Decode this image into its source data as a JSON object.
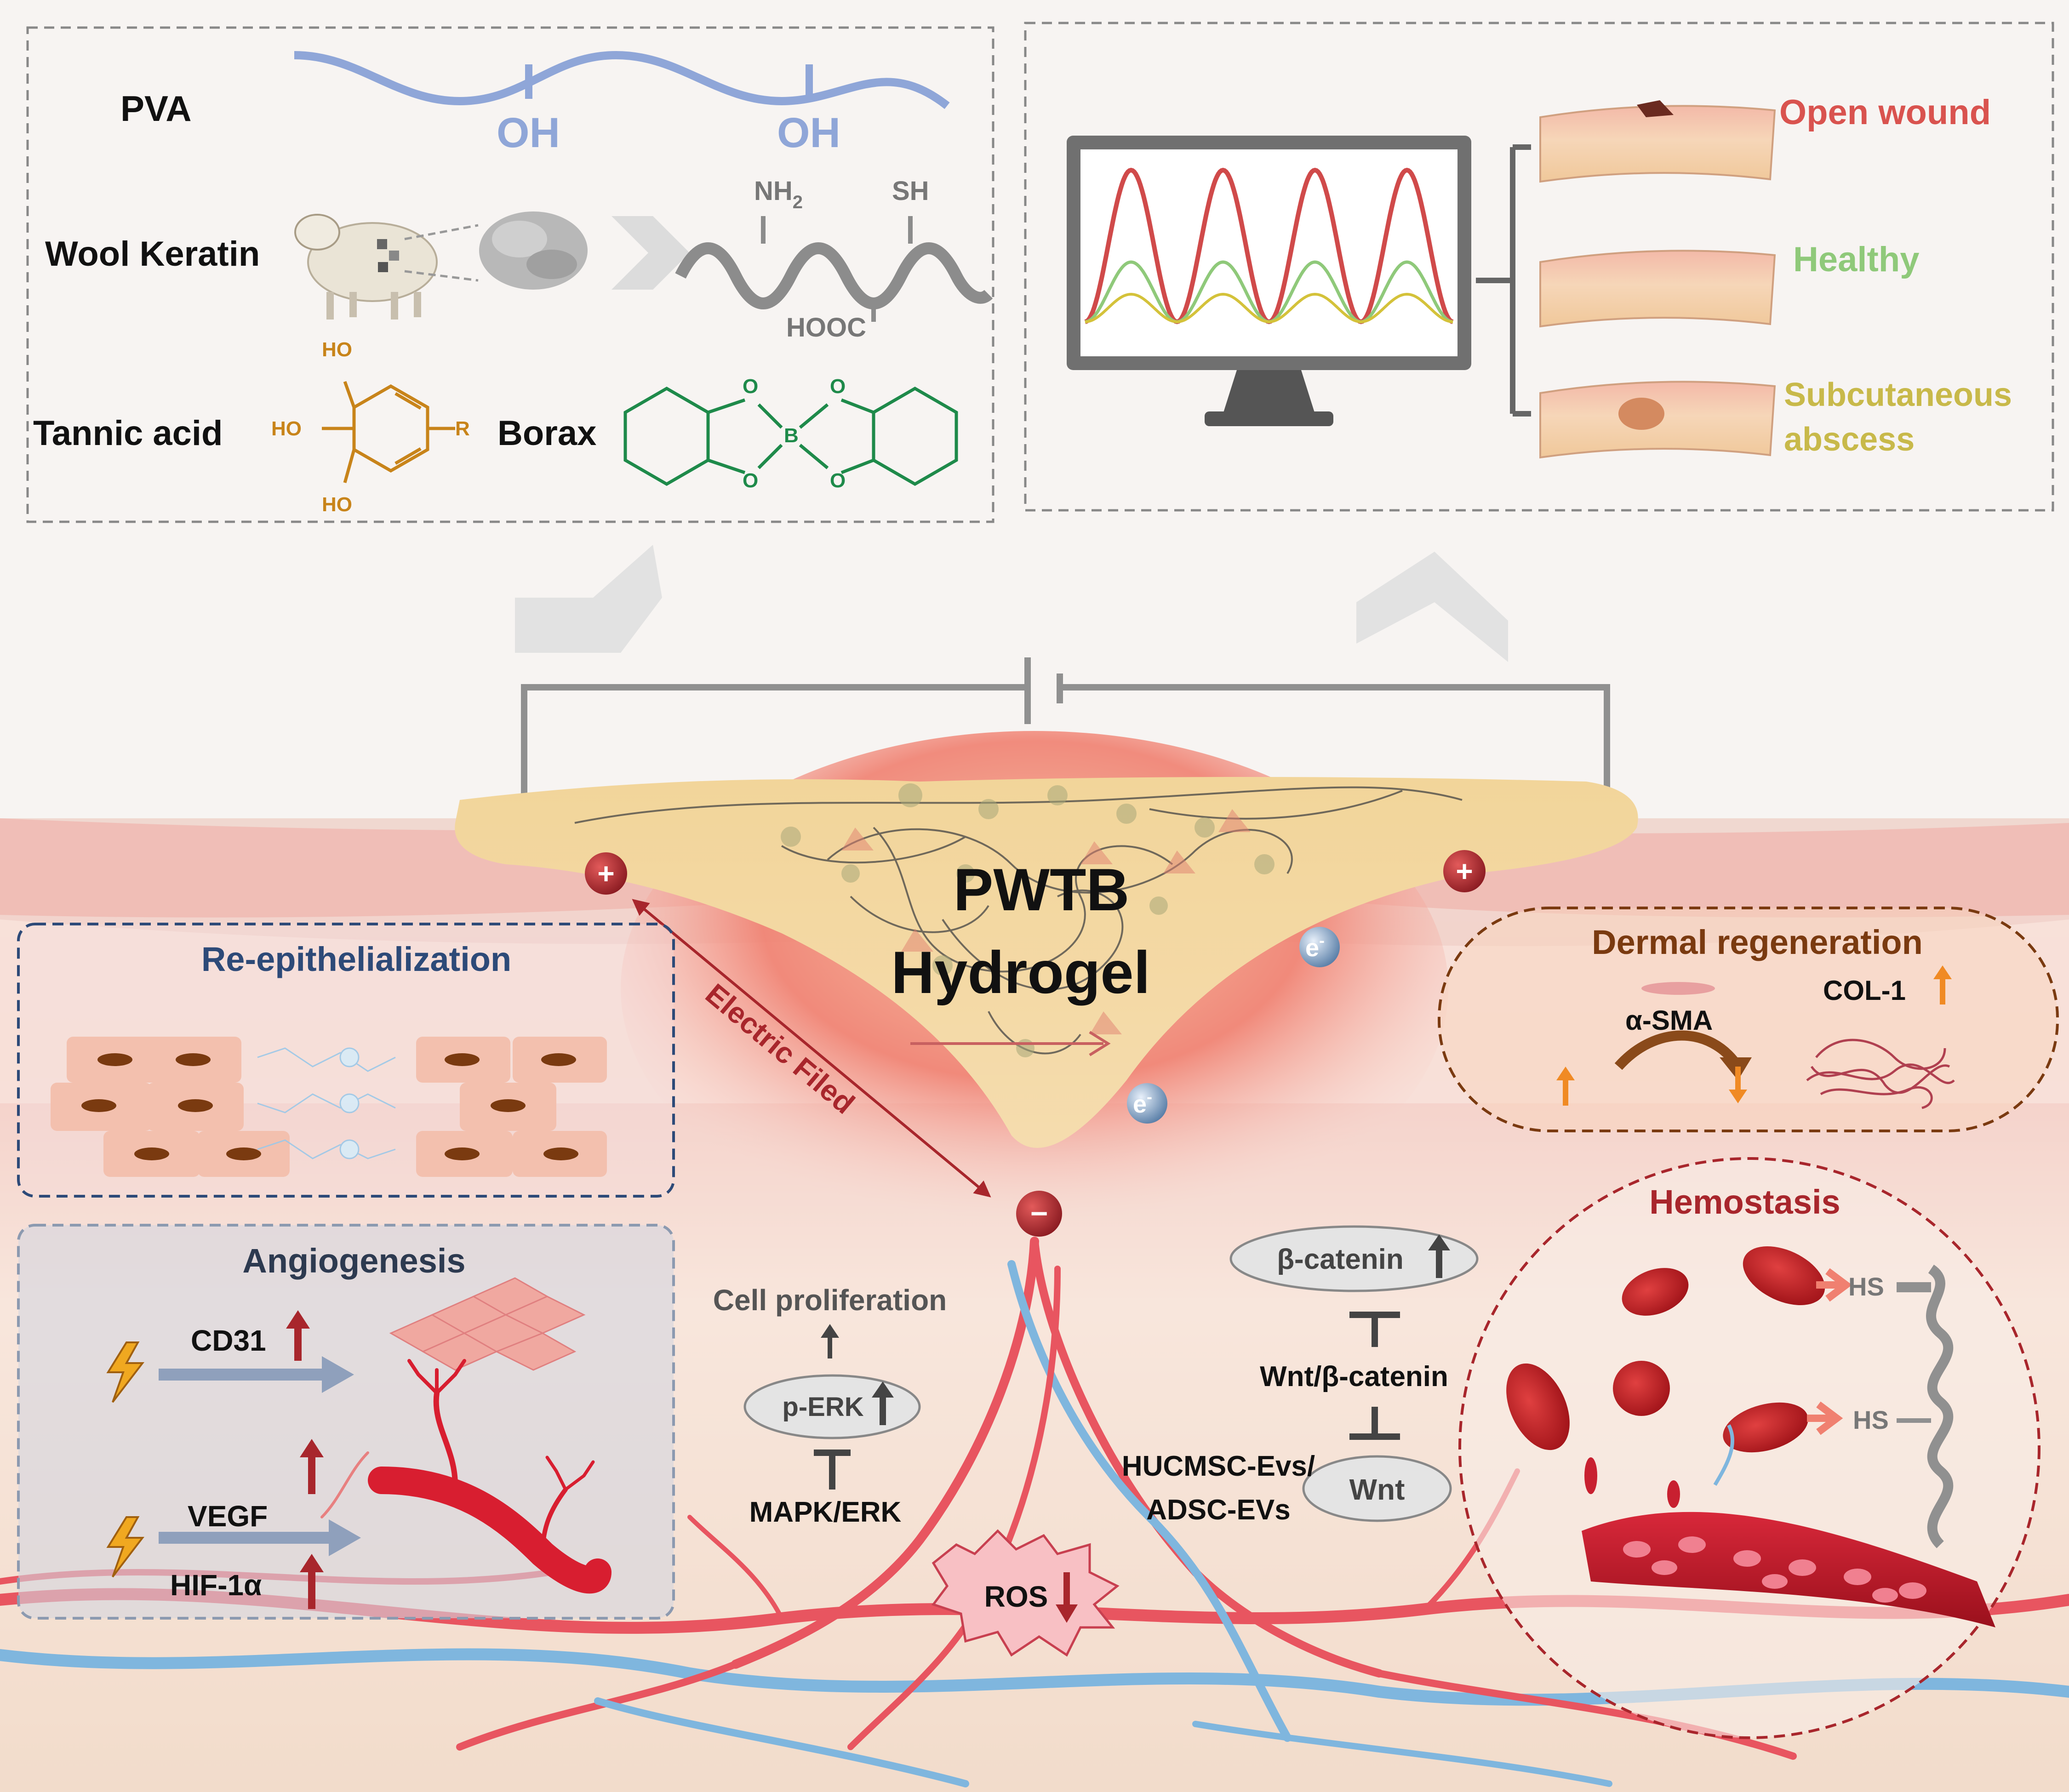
{
  "materials": {
    "pva": "PVA",
    "oh": "OH",
    "wool_keratin": "Wool Keratin",
    "nh2": "NH",
    "nh2_sub": "2",
    "sh": "SH",
    "hooc": "HOOC",
    "tannic_acid": "Tannic acid",
    "ho": "HO",
    "r": "R",
    "borax": "Borax",
    "o": "O",
    "b": "B"
  },
  "monitor": {
    "open_wound": "Open wound",
    "healthy": "Healthy",
    "subcutaneous_1": "Subcutaneous",
    "subcutaneous_2": "abscess"
  },
  "hydrogel": {
    "line1": "PWTB",
    "line2": "Hydrogel",
    "plus": "+",
    "minus": "−",
    "electron": "e",
    "electron_sup": "-",
    "electric_field": "Electric Filed"
  },
  "re_epi": {
    "title": "Re-epithelialization"
  },
  "dermal": {
    "title": "Dermal regeneration",
    "asma": "α-SMA",
    "col1": "COL-1"
  },
  "angio": {
    "title": "Angiogenesis",
    "cd31": "CD31",
    "vegf": "VEGF",
    "hif": "HIF-1α"
  },
  "pathway_mid": {
    "cell_prolif": "Cell proliferation",
    "perk": "p-ERK",
    "mapk": "MAPK/ERK",
    "ros": "ROS"
  },
  "pathway_wnt": {
    "bcat": "β-catenin",
    "wnt_bcat": "Wnt/β-catenin",
    "wnt": "Wnt",
    "evs1": "HUCMSC-Evs/",
    "evs2": "ADSC-EVs"
  },
  "hemostasis": {
    "title": "Hemostasis",
    "hs": "HS"
  },
  "colors": {
    "pva_blue": "#8fa6d8",
    "tannic_gold": "#c8841a",
    "borax_green": "#1e8a4a",
    "wound_red": "#d9534f",
    "healthy_green": "#8fc97a",
    "abscess_olive": "#c8b94a",
    "dark_red": "#a8262c",
    "navy": "#2d4a78"
  }
}
